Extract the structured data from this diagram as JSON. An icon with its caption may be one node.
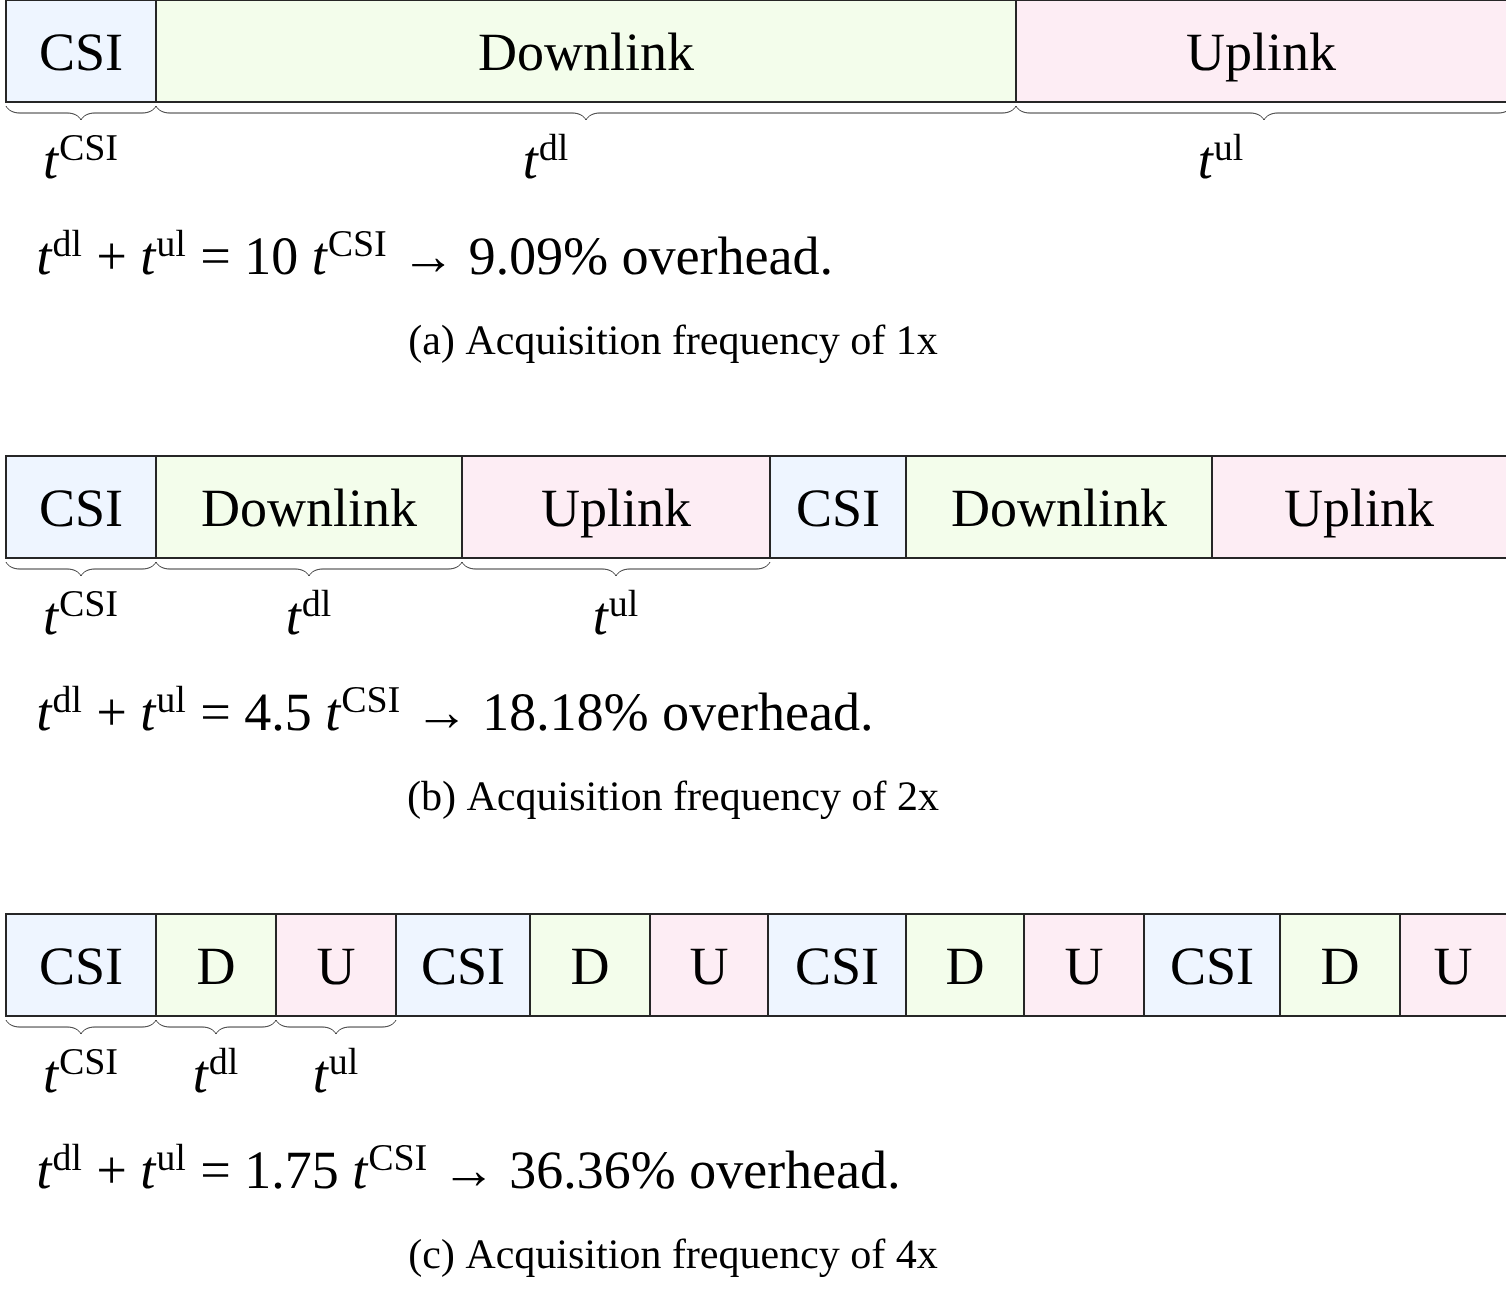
{
  "diagram": {
    "nodes": [
      {
        "text": [
          "CSI"
        ]
      },
      {
        "text": [
          "Downlink"
        ]
      },
      {
        "text": [
          "Uplink"
        ]
      },
      {
        "text": [
          "CSI"
        ]
      },
      {
        "text": [
          "Downlink"
        ]
      },
      {
        "text": [
          "Uplink"
        ]
      },
      {
        "text": [
          "CSI"
        ]
      },
      {
        "text": [
          "Downlink"
        ]
      },
      {
        "text": [
          "Uplink"
        ]
      },
      {
        "text": [
          "CSI"
        ]
      },
      {
        "text": [
          "D"
        ]
      },
      {
        "text": [
          "U"
        ]
      },
      {
        "text": [
          "CSI"
        ]
      },
      {
        "text": [
          "D"
        ]
      },
      {
        "text": [
          "U"
        ]
      },
      {
        "text": [
          "CSI"
        ]
      },
      {
        "text": [
          "D"
        ]
      },
      {
        "text": [
          "U"
        ]
      },
      {
        "text": [
          "CSI"
        ]
      },
      {
        "text": [
          "D"
        ]
      },
      {
        "text": [
          "U"
        ]
      }
    ],
    "labels": [
      "*t*$^{CSI}$",
      "*t*$^{dl}$",
      "*t*$^{ul}$",
      "*t*$^{dl}$ + *t*$^{ul}$ = 10 *t*$^{CSI}$ → 9.09% overhead.",
      "(a) Acquisition frequency of 1x",
      "*t*$^{CSI}$",
      "*t*$^{dl}$",
      "*t*$^{ul}$",
      "*t*$^{dl}$ + *t*$^{ul}$ = 4.5 *t*$^{CSI}$ → 18.18% overhead.",
      "(b) Acquisition frequency of 2x",
      "*t*$^{CSI}$",
      "*t*$^{dl}$",
      "*t*$^{ul}$",
      "*t*$^{dl}$ + *t*$^{ul}$ = 1.75 *t*$^{CSI}$ → 36.36% overhead.",
      "(c) Acquisition frequency of 4x"
    ]
  }
}
